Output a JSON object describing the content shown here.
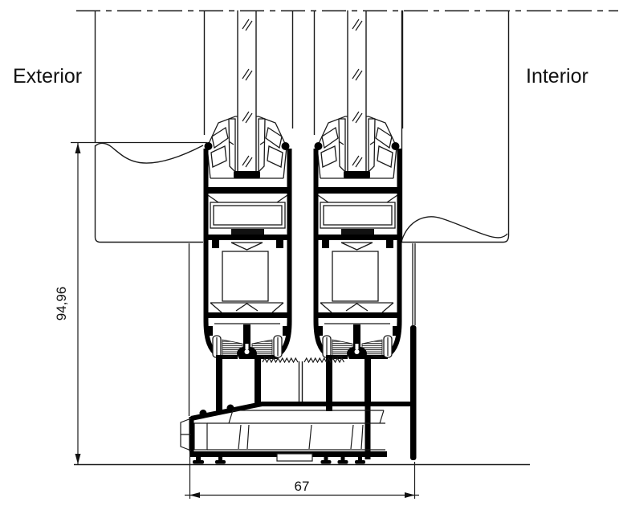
{
  "labels": {
    "exterior": "Exterior",
    "interior": "Interior"
  },
  "dimensions": {
    "overall_height": "94,96",
    "sill_width": "67"
  },
  "colors": {
    "background": "#ffffff",
    "thin_line": "#1a1a1a",
    "profile_black": "#000000"
  }
}
